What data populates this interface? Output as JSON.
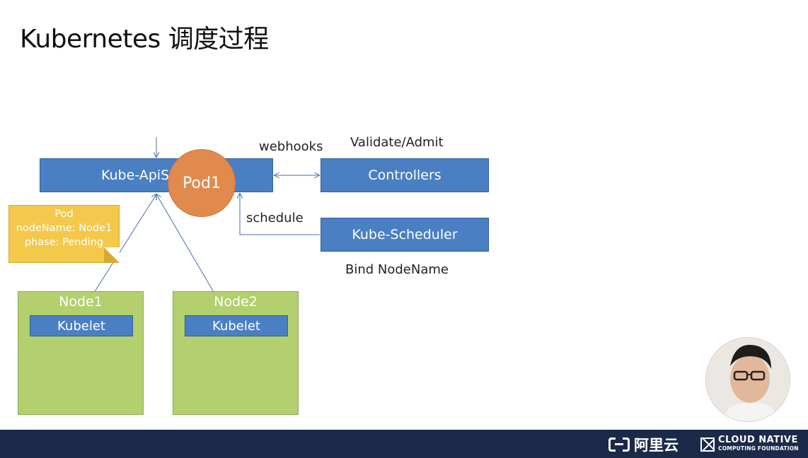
{
  "title": "Kubernetes 调度过程",
  "diagram": {
    "apiserver_label": "Kube-ApiS",
    "pod_label": "Pod1",
    "controllers_label": "Controllers",
    "scheduler_label": "Kube-Scheduler",
    "webhooks_label": "webhooks",
    "validate_label": "Validate/Admit",
    "schedule_label": "schedule",
    "bind_label": "Bind NodeName",
    "note": {
      "line1": "Pod",
      "line2": "nodeName: Node1",
      "line3": "phase: Pending"
    },
    "nodes": [
      {
        "title": "Node1",
        "kubelet": "Kubelet"
      },
      {
        "title": "Node2",
        "kubelet": "Kubelet"
      }
    ]
  },
  "footer": {
    "alibaba_text": "阿里云",
    "cncf_line1": "CLOUD NATIVE",
    "cncf_line2": "COMPUTING FOUNDATION"
  },
  "colors": {
    "box_blue": "#4a7fc4",
    "pod_orange": "#e08a4d",
    "note_yellow": "#f4c84a",
    "node_green": "#b3cf6e",
    "footer_navy": "#1c2a4a"
  }
}
